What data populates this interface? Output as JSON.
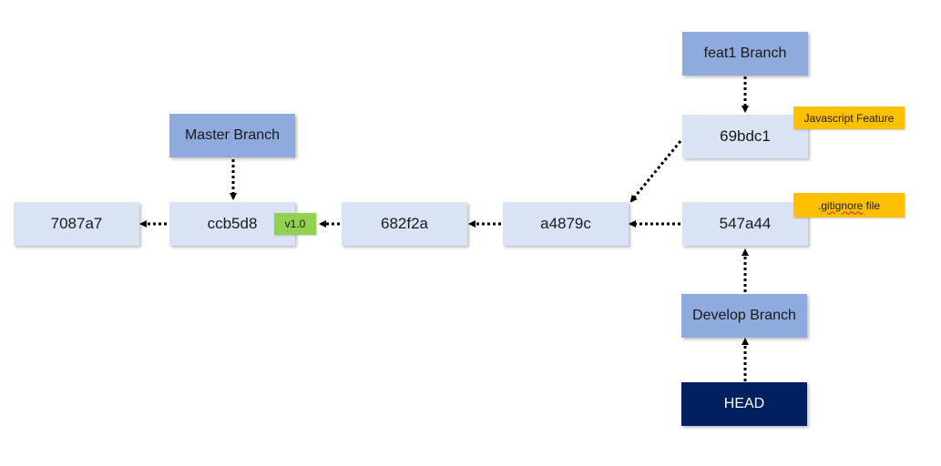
{
  "commits": {
    "c7087a7": "7087a7",
    "cccb5d8": "ccb5d8",
    "c682f2a": "682f2a",
    "ca4879c": "a4879c",
    "c69bdc1": "69bdc1",
    "c547a44": "547a44"
  },
  "branches": {
    "master": "Master Branch",
    "feat1": "feat1 Branch",
    "develop": "Develop Branch"
  },
  "head": "HEAD",
  "tags": {
    "v1": "v1.0",
    "javascript_feature": "Javascript Feature",
    "gitignore_prefix": ".",
    "gitignore_word": "gitignore",
    "gitignore_suffix": " file"
  },
  "colors": {
    "commit_fill": "#dae3f3",
    "branch_fill": "#8faadc",
    "head_fill": "#002060",
    "tag_yellow": "#ffc000",
    "tag_green": "#92d050",
    "arrow": "#000000"
  }
}
